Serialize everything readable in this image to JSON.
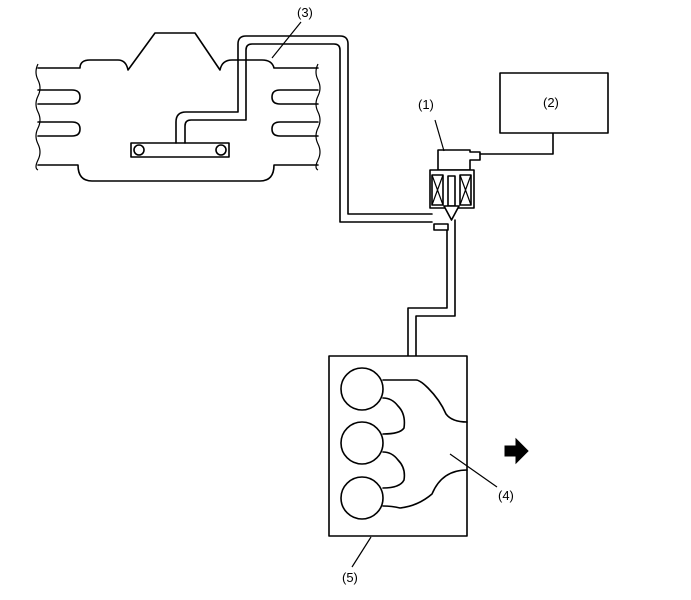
{
  "callouts": {
    "c1": "(1)",
    "c2": "(2)",
    "c3": "(3)",
    "c4": "(4)",
    "c5": "(5)"
  },
  "colors": {
    "line": "#000000",
    "background": "#ffffff"
  },
  "icons": {
    "direction_arrow": "arrow-right-icon"
  }
}
